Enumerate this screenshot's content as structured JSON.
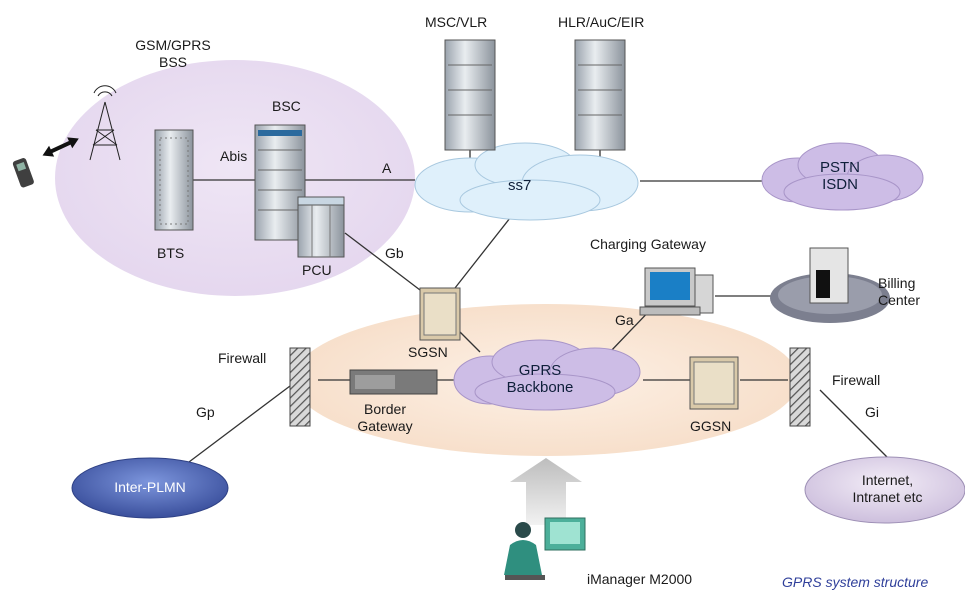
{
  "title": "GPRS system structure",
  "nodes": {
    "bss": "GSM/GPRS\nBSS",
    "bsc": "BSC",
    "bts": "BTS",
    "pcu": "PCU",
    "msc_vlr": "MSC/VLR",
    "hlr": "HLR/AuC/EIR",
    "ss7": "ss7",
    "pstn": "PSTN\nISDN",
    "charging_gateway": "Charging Gateway",
    "billing_center": "Billing\nCenter",
    "sgsn": "SGSN",
    "gprs_backbone": "GPRS\nBackbone",
    "ggsn": "GGSN",
    "border_gateway": "Border\nGateway",
    "firewall_left": "Firewall",
    "firewall_right": "Firewall",
    "inter_plmn": "Inter-PLMN",
    "internet": "Internet,\nIntranet  etc",
    "imanager": "iManager M2000"
  },
  "interfaces": {
    "abis": "Abis",
    "a": "A",
    "gb": "Gb",
    "ga": "Ga",
    "gp": "Gp",
    "gi": "Gi"
  },
  "colors": {
    "bss_oval": "#e4d6ee",
    "backbone_oval": "#fbe6d2",
    "cloud_ss7": "#dff0fb",
    "cloud_purple": "#cdbde6",
    "inter_plmn": "#4a64b4",
    "internet_oval": "#e2d6ec",
    "billing_disc": "#7c7f8f",
    "arrow": "#cfcfcf",
    "caption": "#2f3f9a"
  },
  "icons": [
    "mobile-phone-icon",
    "antenna-tower-icon",
    "bts-cabinet-icon",
    "bsc-cabinet-icon",
    "pcu-cabinet-icon",
    "msc-cabinet-icon",
    "hlr-cabinet-icon",
    "sgsn-cabinet-icon",
    "ggsn-cabinet-icon",
    "border-gateway-icon",
    "firewall-icon",
    "computer-icon",
    "server-icon",
    "operator-icon"
  ]
}
